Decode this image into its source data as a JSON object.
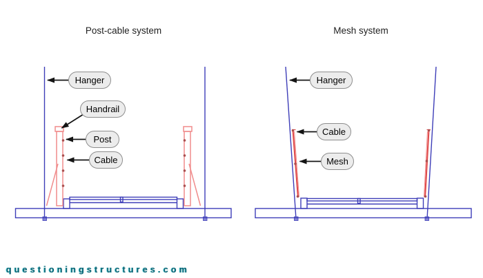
{
  "diagrams": {
    "post_cable": {
      "title": "Post-cable system",
      "labels": {
        "hanger": "Hanger",
        "handrail": "Handrail",
        "post": "Post",
        "cable": "Cable"
      }
    },
    "mesh": {
      "title": "Mesh system",
      "labels": {
        "hanger": "Hanger",
        "cable": "Cable",
        "mesh": "Mesh"
      }
    }
  },
  "watermark": "questioningstructures.com",
  "colors": {
    "blue": "#3d3db8",
    "blue_fill": "#8585d6",
    "light_red": "#f08c8c",
    "red": "#e04b4b",
    "dot_red": "#aa4f4f",
    "bubble_fill": "#ececec",
    "bubble_border": "#8d8d8d",
    "arrow": "#141414",
    "title_text": "#222222",
    "watermark": "#0c6070",
    "watermark_glow": "#56c8d0"
  }
}
